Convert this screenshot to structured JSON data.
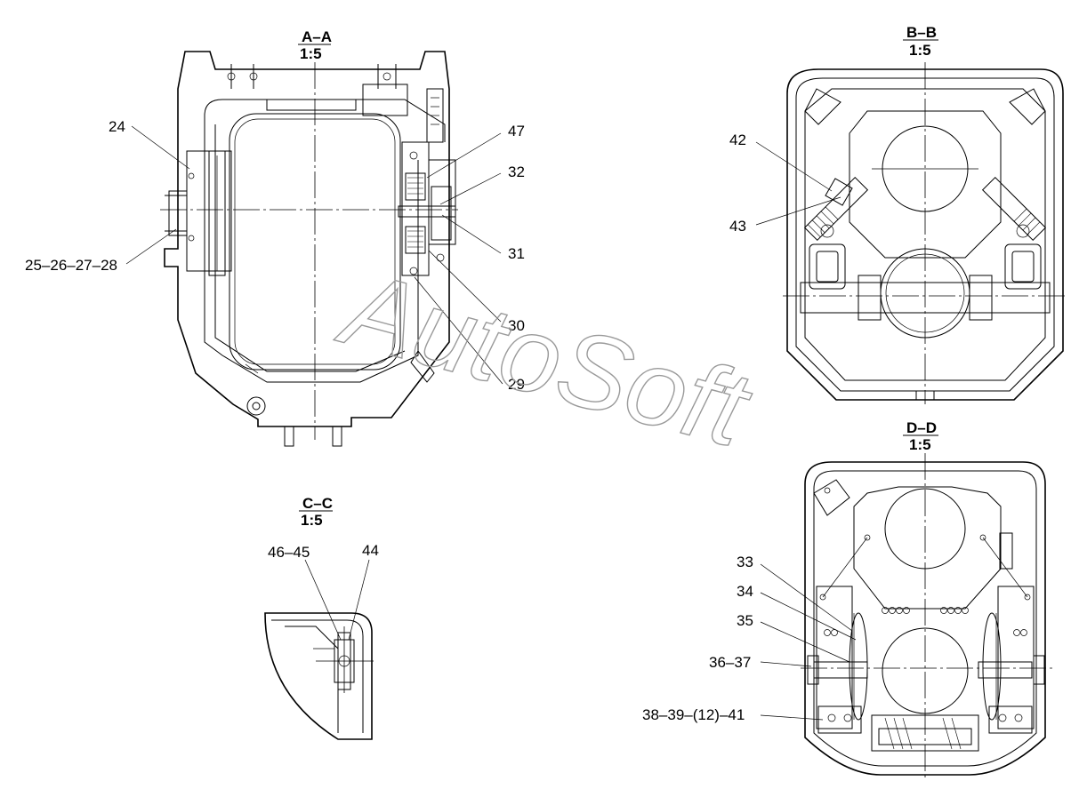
{
  "views": {
    "aa": {
      "title": "A–A",
      "scale": "1:5"
    },
    "bb": {
      "title": "B–B",
      "scale": "1:5"
    },
    "cc": {
      "title": "C–C",
      "scale": "1:5"
    },
    "dd": {
      "title": "D–D",
      "scale": "1:5"
    }
  },
  "callouts": {
    "c24": "24",
    "c25_28": "25–26–27–28",
    "c47": "47",
    "c32": "32",
    "c31": "31",
    "c30": "30",
    "c29": "29",
    "c42": "42",
    "c43": "43",
    "c46_45": "46–45",
    "c44": "44",
    "c33": "33",
    "c34": "34",
    "c35": "35",
    "c36_37": "36–37",
    "c38_41": "38–39–(12)–41"
  },
  "watermark": "AutoSoft"
}
